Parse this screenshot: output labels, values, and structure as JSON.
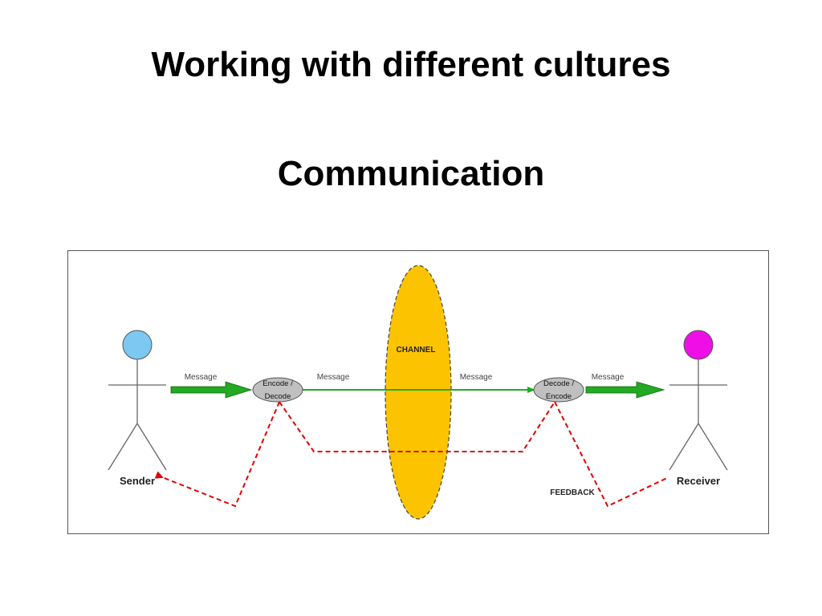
{
  "slide": {
    "title": "Working with different cultures",
    "subtitle": "Communication"
  },
  "diagram": {
    "sender_label": "Sender",
    "receiver_label": "Receiver",
    "encode_label_line1": "Encode /",
    "encode_label_line2": "Decode",
    "decode_label_line1": "Decode /",
    "decode_label_line2": "Encode",
    "channel_label": "CHANNEL",
    "message_labels": [
      "Message",
      "Message",
      "Message",
      "Message"
    ],
    "feedback_label": "FEEDBACK",
    "colors": {
      "sender_head": "#7cc8f2",
      "receiver_head": "#f00ee6",
      "channel": "#fcc400",
      "node": "#c0c0c0",
      "message_arrow": "#22aa22",
      "feedback": "#e00000"
    },
    "icons": [
      "sender-figure-icon",
      "receiver-figure-icon"
    ]
  }
}
